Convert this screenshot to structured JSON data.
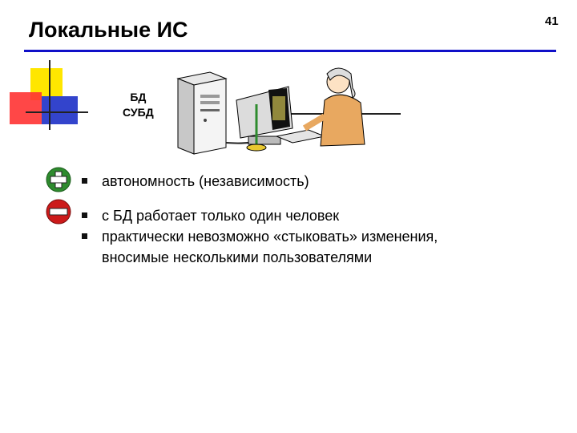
{
  "slide": {
    "title": "Локальные ИС",
    "page_number": "41"
  },
  "illustration": {
    "db_label": "БД",
    "dbms_label": "СУБД"
  },
  "pros": [
    "автономность (независимость)"
  ],
  "cons": [
    "с БД работает только один человек",
    "практически невозможно «стыковать» изменения,",
    "вносимые несколькими пользователями"
  ],
  "colors": {
    "title_rule": "#1010c8",
    "plus_icon": "#2e8b2e",
    "minus_icon": "#cc1a1a"
  }
}
